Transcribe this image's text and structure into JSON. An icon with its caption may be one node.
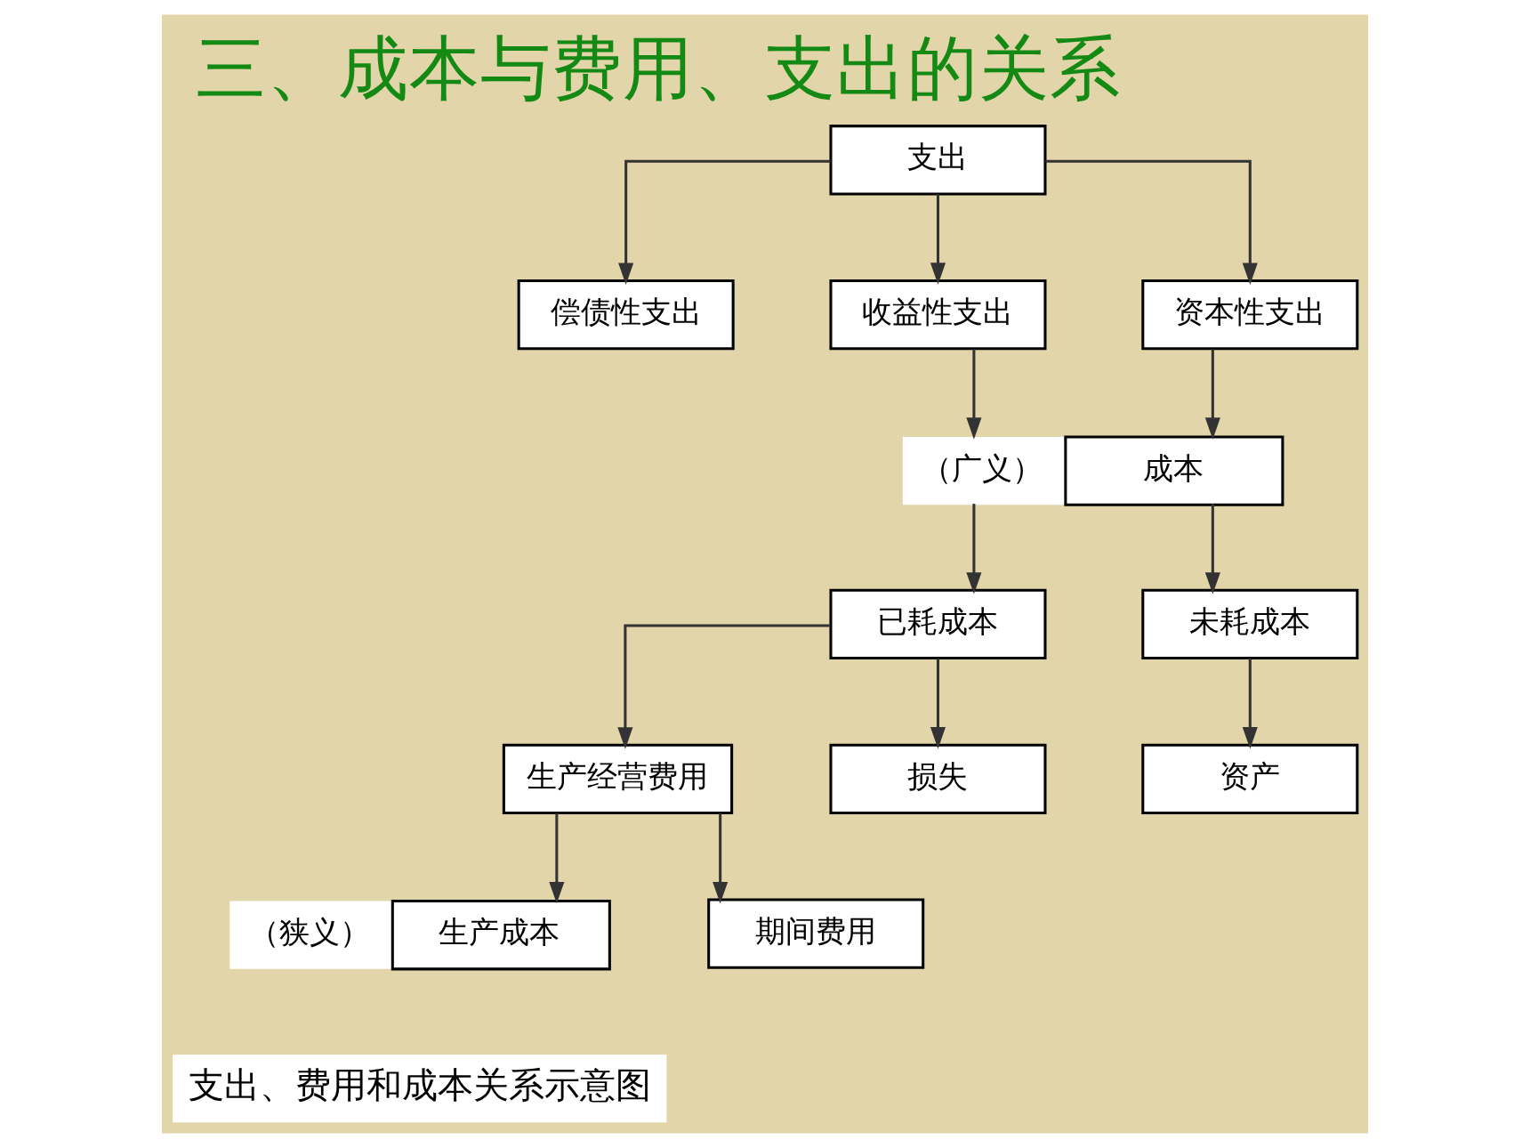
{
  "diagram": {
    "title": "三、成本与费用、支出的关系",
    "caption": "支出、费用和成本关系示意图",
    "nodes": [
      {
        "text": [
          "支出"
        ]
      },
      {
        "text": [
          "偿债性支出"
        ]
      },
      {
        "text": [
          "收益性支出"
        ]
      },
      {
        "text": [
          "资本性支出"
        ]
      },
      {
        "text": [
          "成本"
        ],
        "beside": [
          "（广义）"
        ]
      },
      {
        "text": [
          "已耗成本"
        ]
      },
      {
        "text": [
          "未耗成本"
        ]
      },
      {
        "text": [
          "生产经营费用"
        ]
      },
      {
        "text": [
          "损失"
        ]
      },
      {
        "text": [
          "资产"
        ]
      },
      {
        "text": [
          "生产成本"
        ],
        "beside": [
          "（狭义）"
        ]
      },
      {
        "text": [
          "期间费用"
        ]
      }
    ],
    "edges": [
      {
        "from": 0,
        "to": 1,
        "arrow": "to"
      },
      {
        "from": 0,
        "to": 2,
        "arrow": "to"
      },
      {
        "from": 0,
        "to": 3,
        "arrow": "to"
      },
      {
        "from": 2,
        "to": 4,
        "arrow": "to"
      },
      {
        "from": 3,
        "to": 4,
        "arrow": "to"
      },
      {
        "from": 4,
        "to": 5,
        "arrow": "to"
      },
      {
        "from": 4,
        "to": 6,
        "arrow": "to"
      },
      {
        "from": 5,
        "to": 7,
        "arrow": "to"
      },
      {
        "from": 5,
        "to": 8,
        "arrow": "to"
      },
      {
        "from": 6,
        "to": 9,
        "arrow": "to"
      },
      {
        "from": 7,
        "to": 10,
        "arrow": "to"
      },
      {
        "from": 7,
        "to": 11,
        "arrow": "to"
      }
    ]
  }
}
